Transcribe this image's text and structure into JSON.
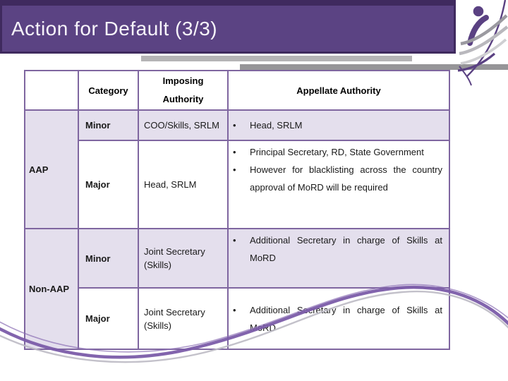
{
  "slide": {
    "title": "Action for Default (3/3)",
    "colors": {
      "banner": "#5b4383",
      "banner_edge": "#3f2a5e",
      "table_border": "#7f66a0",
      "row_lavender": "#e4dfed",
      "bar_light_gray": "#b5b4b6",
      "bar_dark_gray": "#969598",
      "swoosh_purple": "#7b5ca9",
      "swoosh_gray": "#bdbac4",
      "title_text": "#f7f4fa"
    }
  },
  "table": {
    "headers": {
      "category": "Category",
      "imposing": "Imposing Authority",
      "appellate": "Appellate Authority"
    },
    "groups": [
      {
        "label": "AAP"
      },
      {
        "label": "Non-AAP"
      }
    ],
    "bullet_glyph": "•",
    "rows": [
      {
        "category": "Minor",
        "imposing": "COO/Skills, SRLM",
        "appellate": [
          "Head, SRLM"
        ]
      },
      {
        "category": "Major",
        "imposing": "Head, SRLM",
        "appellate": [
          "Principal Secretary, RD, State Government",
          "However for blacklisting across the country approval of MoRD will be required"
        ]
      },
      {
        "category": "Minor",
        "imposing": "Joint Secretary (Skills)",
        "appellate": [
          "Additional Secretary in charge of Skills at MoRD"
        ]
      },
      {
        "category": "Major",
        "imposing": "Joint Secretary (Skills)",
        "appellate": [
          "Additional Secretary in charge of Skills at MoRD"
        ]
      }
    ]
  }
}
